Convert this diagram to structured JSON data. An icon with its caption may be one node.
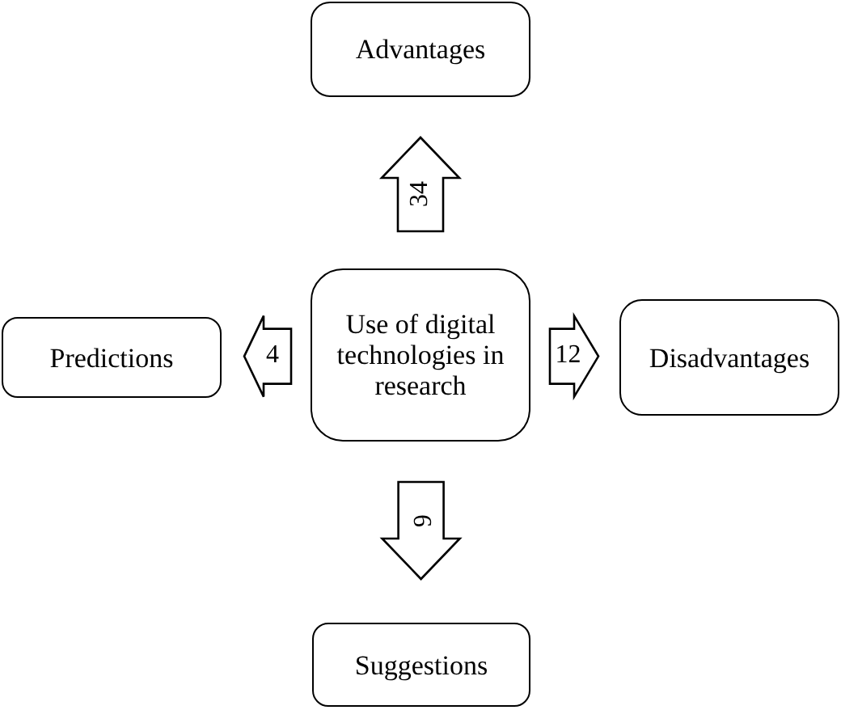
{
  "diagram": {
    "nodes": [
      {
        "text": [
          "Advantages"
        ]
      },
      {
        "text": [
          "Predictions"
        ]
      },
      {
        "text": [
          "Use of digital technologies in research"
        ]
      },
      {
        "text": [
          "Disadvantages"
        ]
      },
      {
        "text": [
          "Suggestions"
        ]
      }
    ],
    "edges": [
      {
        "from": 2,
        "to": 0,
        "arrow": "to",
        "label": "34"
      },
      {
        "from": 2,
        "to": 1,
        "arrow": "to",
        "label": "4"
      },
      {
        "from": 2,
        "to": 3,
        "arrow": "to",
        "label": "12"
      },
      {
        "from": 2,
        "to": 4,
        "arrow": "to",
        "label": "6"
      }
    ]
  }
}
